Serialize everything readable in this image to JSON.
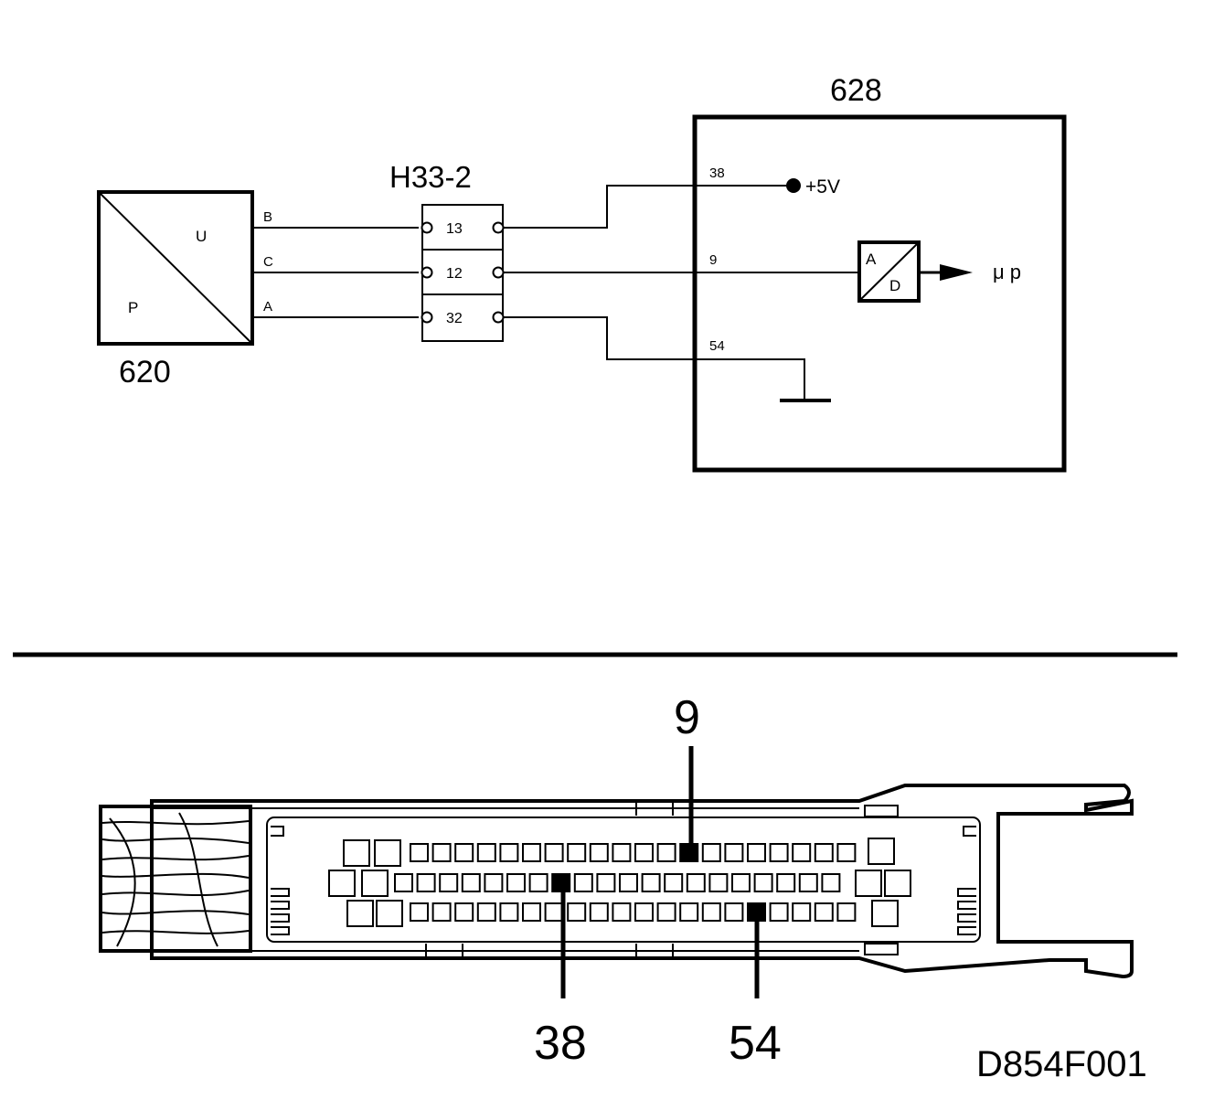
{
  "sensor": {
    "id": "620",
    "label_u": "U",
    "label_p": "P"
  },
  "connector": {
    "id": "H33-2",
    "pins": [
      {
        "wire": "B",
        "pin": "13"
      },
      {
        "wire": "C",
        "pin": "12"
      },
      {
        "wire": "A",
        "pin": "32"
      }
    ]
  },
  "ecu": {
    "id": "628",
    "pins": {
      "supply": "38",
      "signal": "9",
      "ground": "54"
    },
    "supply_label": "+5V",
    "adc": {
      "a": "A",
      "d": "D"
    },
    "output_label": "μ p"
  },
  "plug_callouts": {
    "top": "9",
    "bottom_left": "38",
    "bottom_right": "54"
  },
  "figure_id": "D854F001"
}
